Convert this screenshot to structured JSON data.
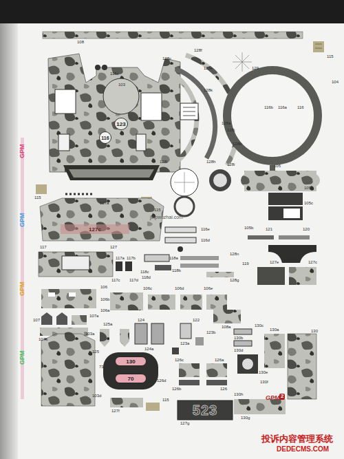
{
  "diagram": {
    "nodes": [
      {
        "text": [
          "123"
        ]
      },
      {
        "text": [
          "116"
        ]
      },
      {
        "text": [
          "127c"
        ]
      },
      {
        "text": [
          "130"
        ]
      },
      {
        "text": [
          "70"
        ]
      },
      {
        "text": [
          "523"
        ]
      }
    ],
    "labels": [
      "108",
      "115",
      "104",
      "116c",
      "103",
      "128c",
      "128f",
      "129",
      "128e",
      "128k",
      "116b",
      "116a",
      "116",
      "128l",
      "128j",
      "128b",
      "128h",
      "128i",
      "105",
      "105d",
      "105c",
      "115",
      "115",
      "127a",
      "jinpwuzhai.com",
      "117",
      "127",
      "116e",
      "116d",
      "105b",
      "121",
      "120",
      "127d",
      "119",
      "128n",
      "128g",
      "117a",
      "117b",
      "118a",
      "118b",
      "118c",
      "117c",
      "117d",
      "127e",
      "127c",
      "106",
      "106b",
      "106a",
      "106c",
      "106d",
      "106e",
      "108a",
      "107a",
      "107",
      "107b",
      "103a",
      "125",
      "124",
      "122",
      "123b",
      "123a",
      "124a",
      "125a",
      "130c",
      "130a",
      "130",
      "130b",
      "130d",
      "126c",
      "126a",
      "126b",
      "126",
      "126d",
      "130e",
      "130f",
      "130h",
      "73",
      "103d",
      "127f",
      "115",
      "127g",
      "130g",
      "GPM",
      "2",
      "投诉内容管理系统",
      "DEDECMS.COM",
      "GPM",
      "GPM",
      "GPM",
      "GPM",
      "128a",
      "118d"
    ]
  }
}
